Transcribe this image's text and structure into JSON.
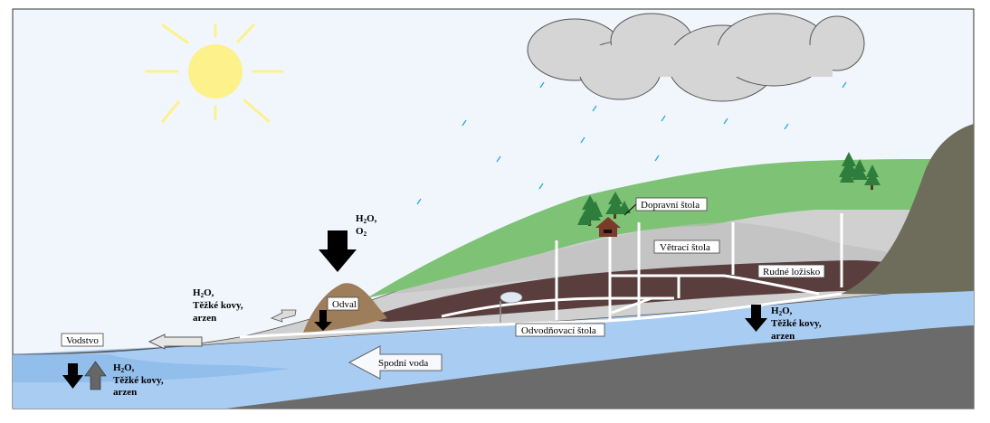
{
  "labels": {
    "dopravni_stola": "Dopravní štola",
    "vetraci_stola": "Větrací štola",
    "rudne_lozisko": "Rudné ložisko",
    "odval": "Odval",
    "odvodnovaci_stola": "Odvodňovací štola",
    "vodstvo": "Vodstvo",
    "spodni_voda": "Spodní voda"
  },
  "annotations": {
    "top_h2o": "H",
    "top_sub2": "2",
    "top_o": "O,",
    "top_o2": "O",
    "top_o2_sub": "2",
    "left_h2o": "H",
    "left_sub2": "2",
    "left_o": "O,",
    "left_metals": "Těžké kovy,",
    "left_arsenic": "arzen",
    "lake_h2o": "H",
    "lake_sub2": "2",
    "lake_o": "O,",
    "lake_metals": "Těžké kovy,",
    "lake_arsenic": "arzen",
    "right_h2o": "H",
    "right_sub2": "2",
    "right_o": "O,",
    "right_metals": "Těžké kovy,",
    "right_arsenic": "arzen"
  },
  "colors": {
    "sky": "#f1f6fd",
    "sun": "#fdf18c",
    "cloud": "#d5d5d5",
    "rain": "#2aa9e0",
    "grass": "#7ec276",
    "rock_light": "#d0d0d0",
    "ore": "#5a3e3e",
    "groundwater": "#a9ccf2",
    "bedrock": "#6b6b6b",
    "mountain": "#6e6d5c",
    "waste_heap": "#9e7d5a",
    "tree": "#2f7d3c",
    "house": "#7a3b2a"
  }
}
